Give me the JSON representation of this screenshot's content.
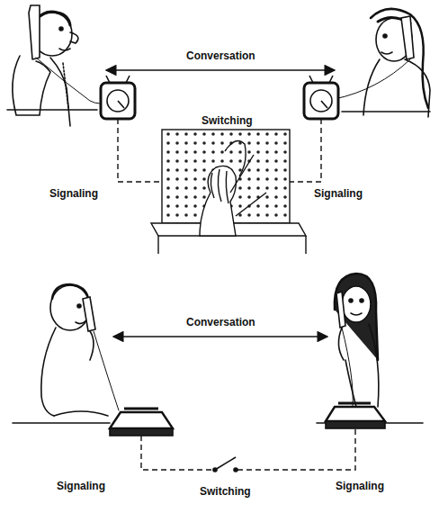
{
  "diagram": {
    "labels": [
      "Conversation",
      "Switching",
      "Signaling",
      "Signaling",
      "Conversation",
      "Signaling",
      "Switching",
      "Signaling"
    ]
  }
}
